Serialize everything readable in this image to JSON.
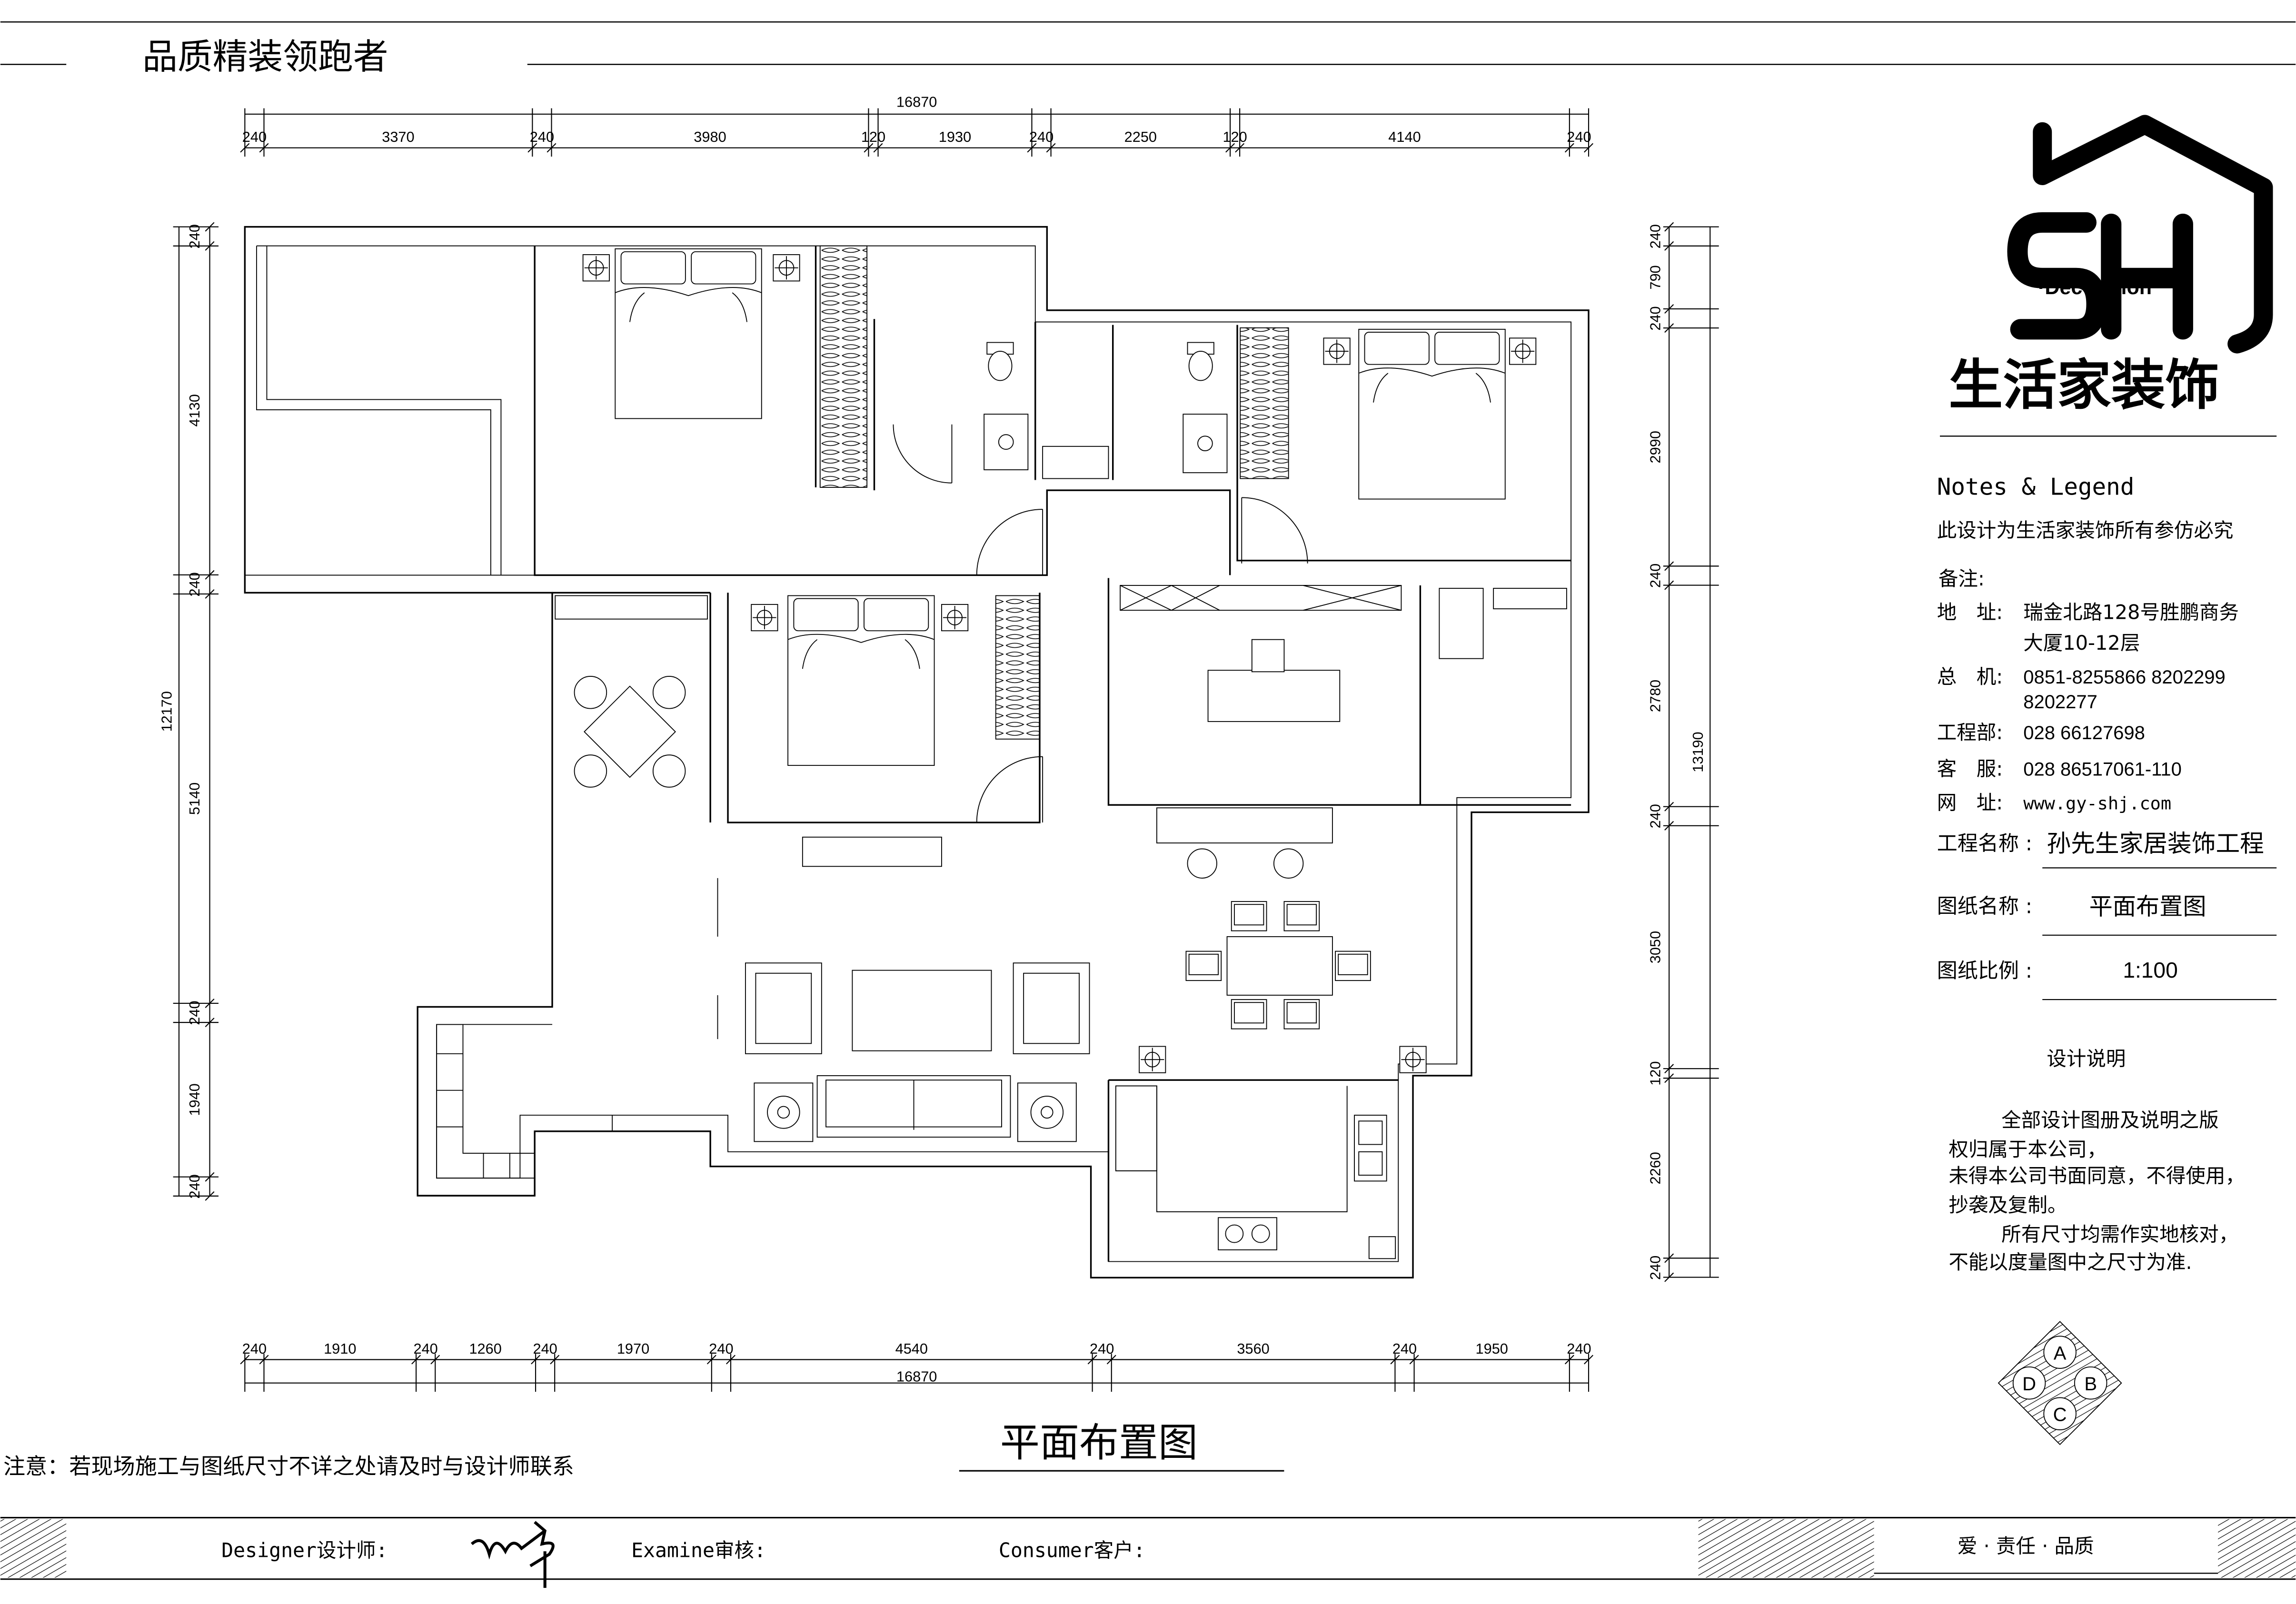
{
  "header": {
    "title": "品质精装领跑者"
  },
  "plan": {
    "title": "平面布置图",
    "note": "注意：若现场施工与图纸尺寸不详之处请及时与设计师联系"
  },
  "dimensions": {
    "top": {
      "total": "16870",
      "segments": [
        240,
        3370,
        240,
        3980,
        120,
        1930,
        240,
        2250,
        120,
        4140,
        240
      ]
    },
    "bottom": {
      "total": "16870",
      "segments": [
        240,
        1910,
        240,
        1260,
        240,
        1970,
        240,
        4540,
        240,
        3560,
        240,
        1950,
        240
      ]
    },
    "left": {
      "total": "12170",
      "segments": [
        240,
        4130,
        240,
        5140,
        240,
        1940,
        240
      ]
    },
    "right": {
      "total": "13190",
      "segments": [
        240,
        790,
        240,
        2990,
        240,
        2780,
        240,
        3050,
        120,
        2260,
        240
      ]
    }
  },
  "logo": {
    "brand_en": "SHJ",
    "tagline": "·Decoration",
    "brand_cn": "生活家装饰"
  },
  "legend": {
    "heading": "Notes & Legend",
    "copyright": "此设计为生活家装饰所有参仿必究",
    "remark_label": "备注:",
    "address_label": "地　址:",
    "address_line1": "瑞金北路128号胜鹏商务",
    "address_line2": "大厦10-12层",
    "phone_label": "总　机:",
    "phone_line1": "0851-8255866 8202299",
    "phone_line2": "8202277",
    "eng_label": "工程部:",
    "eng_value": "028 66127698",
    "service_label": "客　服:",
    "service_value": "028 86517061-110",
    "web_label": "网　址:",
    "web_value": "www.gy-shj.com"
  },
  "project": {
    "name_label": "工程名称 :",
    "name_value": "孙先生家居装饰工程",
    "drawing_label": "图纸名称 :",
    "drawing_value": "平面布置图",
    "scale_label": "图纸比例 :",
    "scale_value": "1:100"
  },
  "design_notes": {
    "title": "设计说明",
    "lines": [
      "全部设计图册及说明之版",
      "权归属于本公司，",
      "未得本公司书面同意，不得使用，",
      "抄袭及复制。",
      "所有尺寸均需作实地核对，",
      "不能以度量图中之尺寸为准."
    ]
  },
  "compass": {
    "a": "A",
    "b": "B",
    "c": "C",
    "d": "D"
  },
  "footer": {
    "designer_label": "Designer设计师:",
    "examine_label": "Examine审核:",
    "consumer_label": "Consumer客户:",
    "slogan": "爱 · 责任 · 品质"
  },
  "colors": {
    "ink": "#000000",
    "paper": "#ffffff"
  }
}
